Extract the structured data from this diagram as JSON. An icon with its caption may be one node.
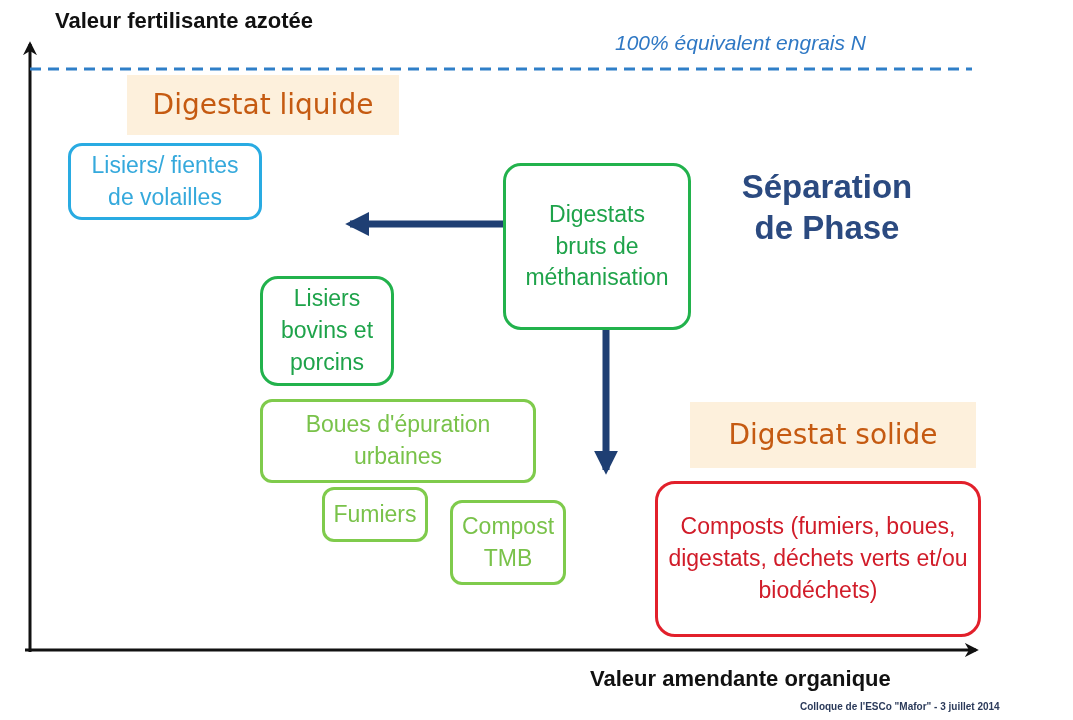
{
  "diagram": {
    "caption": "Colloque de l'ESCo \"Mafor\" - 3 juillet 2014",
    "nodes": [
      {
        "text": [
          "Digestat liquide"
        ]
      },
      {
        "text": [
          "Lisiers/ fientes de volailles"
        ]
      },
      {
        "text": [
          "Digestats bruts de méthanisation"
        ]
      },
      {
        "text": [
          "Lisiers bovins et porcins"
        ]
      },
      {
        "text": [
          "Boues d'épuration urbaines"
        ]
      },
      {
        "text": [
          "Digestat solide"
        ]
      },
      {
        "text": [
          "Fumiers"
        ]
      },
      {
        "text": [
          "Compost TMB"
        ]
      },
      {
        "text": [
          "Composts (fumiers, boues, digestats, déchets verts et/ou biodéchets)"
        ]
      }
    ],
    "edges": [
      {
        "from": 2,
        "to": null,
        "arrow": "to"
      },
      {
        "from": 2,
        "to": null,
        "arrow": "to"
      }
    ],
    "labels": [
      "Valeur fertilisante azotée",
      "100% équivalent engrais N",
      "Séparation de Phase",
      "Valeur amendante organique"
    ]
  }
}
